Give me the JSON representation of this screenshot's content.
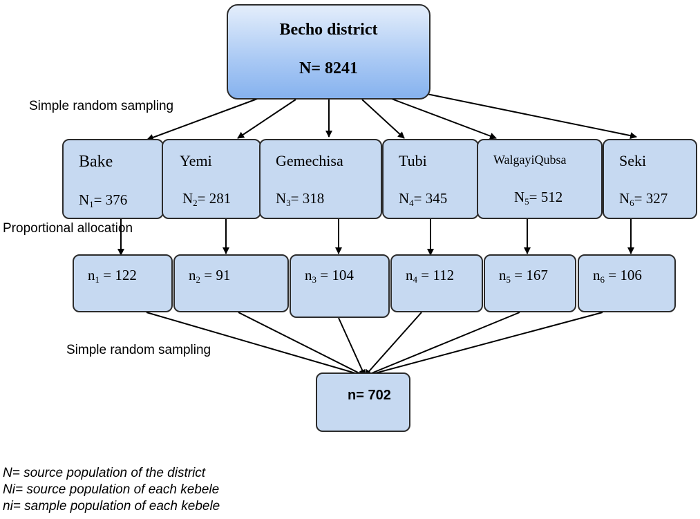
{
  "root": {
    "name": "Becho district",
    "population": "N= 8241"
  },
  "step_labels": {
    "first_stage": "Simple random sampling",
    "allocation": "Proportional allocation",
    "second_stage": "Simple random sampling"
  },
  "kebeles": [
    {
      "name": "Bake",
      "pop_sym": "N",
      "sub": "1",
      "pop_val": "= 376",
      "sample_sym": "n",
      "sample_val": " = 122"
    },
    {
      "name": "Yemi",
      "pop_sym": "N",
      "sub": "2",
      "pop_val": "= 281",
      "sample_sym": "n",
      "sample_val": " = 91"
    },
    {
      "name": "Gemechisa",
      "pop_sym": "N",
      "sub": "3",
      "pop_val": "= 318",
      "sample_sym": "n",
      "sample_val": " = 104"
    },
    {
      "name": "Tubi",
      "pop_sym": "N",
      "sub": "4",
      "pop_val": "= 345",
      "sample_sym": "n",
      "sample_val": " = 112"
    },
    {
      "name": "WalgayiQubsa",
      "pop_sym": "N",
      "sub": "5",
      "pop_val": "= 512",
      "sample_sym": "n",
      "sample_val": " = 167"
    },
    {
      "name": "Seki",
      "pop_sym": "N",
      "sub": "6",
      "pop_val": "= 327",
      "sample_sym": "n",
      "sample_val": " = 106"
    }
  ],
  "total": {
    "label": "n= 702"
  },
  "legend": [
    "N= source population of the district",
    "Ni= source population of each kebele",
    "ni= sample population of each kebele"
  ]
}
